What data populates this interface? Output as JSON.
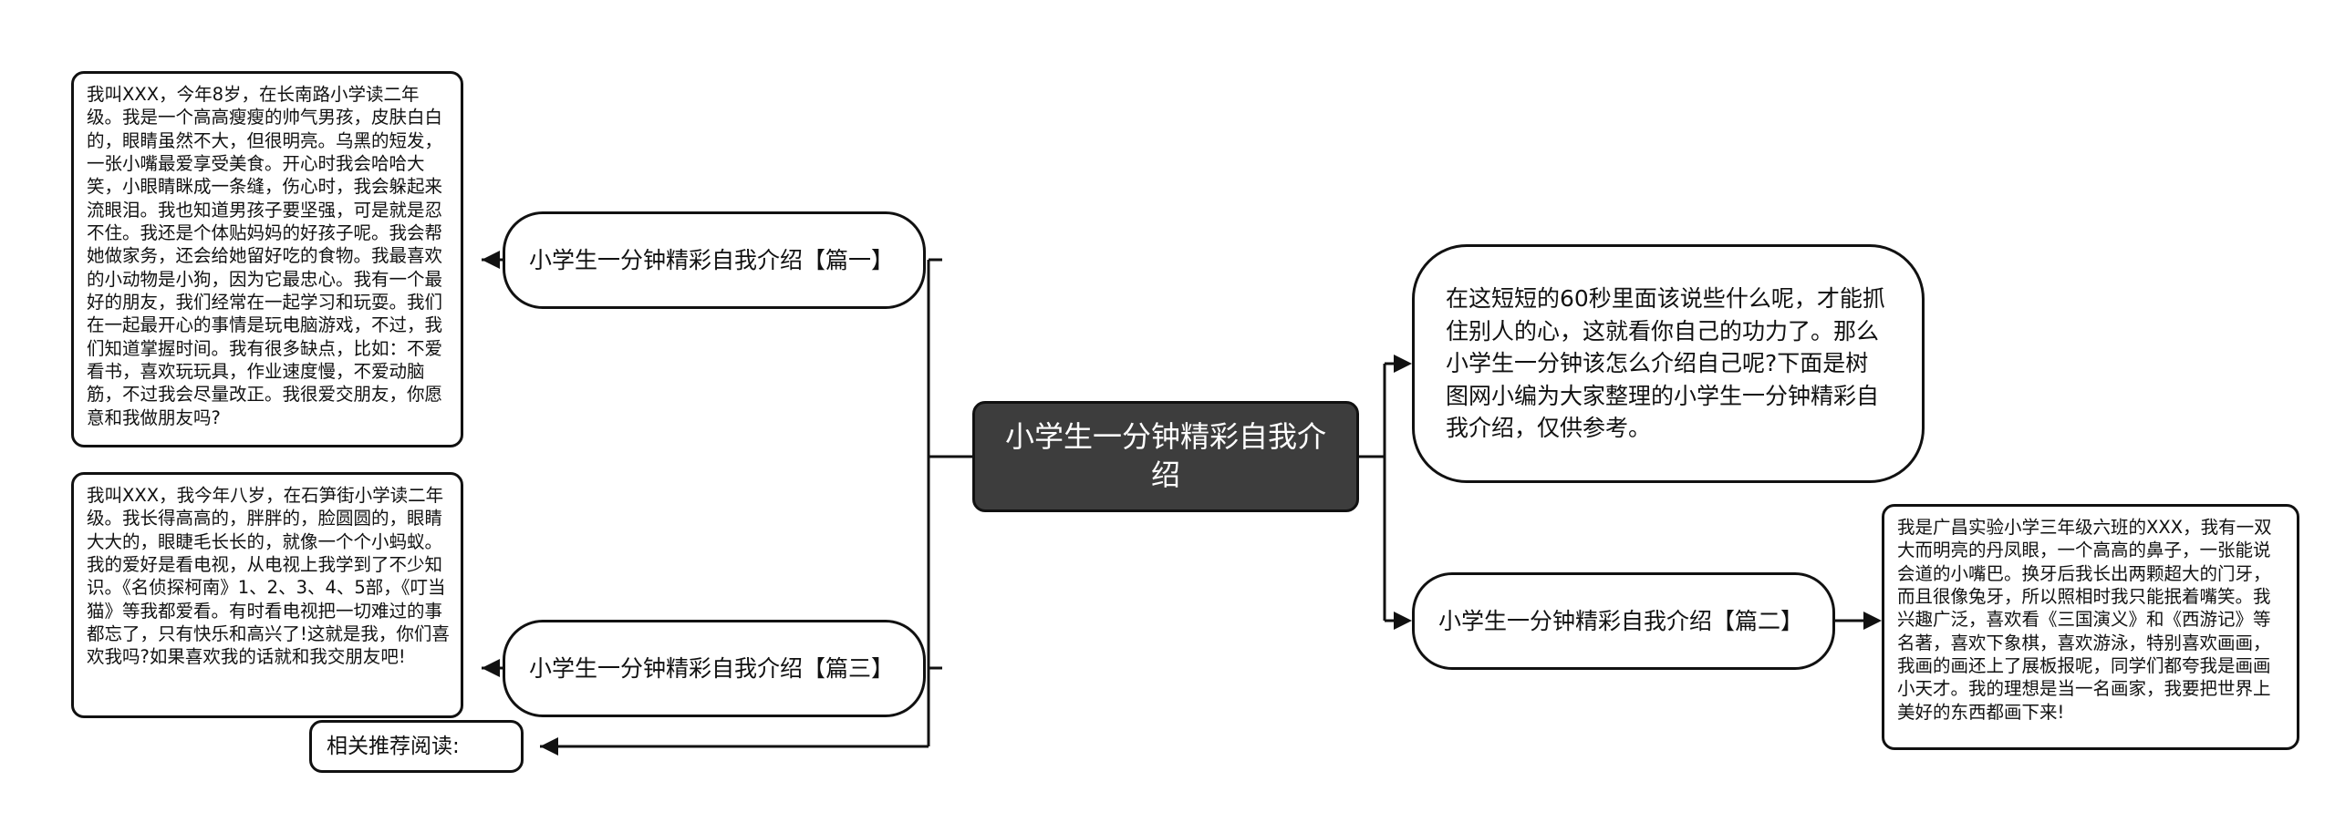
{
  "diagram": {
    "type": "mind-map",
    "root": {
      "label": "小学生一分钟精彩自我介绍",
      "fill": "#3d3d3d",
      "text_color": "#ffffff"
    },
    "stroke_color": "#111111",
    "node_fill": "#ffffff",
    "branches": {
      "lead": {
        "label": "在这短短的60秒里面该说些什么呢，才能抓住别人的心，这就看你自己的功力了。那么小学生一分钟该怎么介绍自己呢?下面是树图网小编为大家整理的小学生一分钟精彩自我介绍，仅供参考。"
      },
      "piece_one": {
        "label": "小学生一分钟精彩自我介绍【篇一】",
        "content": "我叫XXX，今年8岁，在长南路小学读二年级。我是一个高高瘦瘦的帅气男孩，皮肤白白的，眼睛虽然不大，但很明亮。乌黑的短发，一张小嘴最爱享受美食。开心时我会哈哈大笑，小眼睛眯成一条缝，伤心时，我会躲起来流眼泪。我也知道男孩子要坚强，可是就是忍不住。我还是个体贴妈妈的好孩子呢。我会帮她做家务，还会给她留好吃的食物。我最喜欢的小动物是小狗，因为它最忠心。我有一个最好的朋友，我们经常在一起学习和玩耍。我们在一起最开心的事情是玩电脑游戏，不过，我们知道掌握时间。我有很多缺点，比如：不爱看书，喜欢玩玩具，作业速度慢，不爱动脑筋，不过我会尽量改正。我很爱交朋友，你愿意和我做朋友吗?"
      },
      "piece_two": {
        "label": "小学生一分钟精彩自我介绍【篇二】",
        "content": "我是广昌实验小学三年级六班的XXX，我有一双大而明亮的丹凤眼，一个高高的鼻子，一张能说会道的小嘴巴。换牙后我长出两颗超大的门牙，而且很像兔牙，所以照相时我只能抿着嘴笑。我兴趣广泛，喜欢看《三国演义》和《西游记》等名著，喜欢下象棋，喜欢游泳，特别喜欢画画，我画的画还上了展板报呢，同学们都夸我是画画小天才。我的理想是当一名画家，我要把世界上美好的东西都画下来!"
      },
      "piece_three": {
        "label": "小学生一分钟精彩自我介绍【篇三】",
        "content": "我叫XXX，我今年八岁，在石笋街小学读二年级。我长得高高的，胖胖的，脸圆圆的，眼睛大大的，眼睫毛长长的，就像一个个小蚂蚁。我的爱好是看电视，从电视上我学到了不少知识。《名侦探柯南》1、2、3、4、5部，《叮当猫》等我都爱看。有时看电视把一切难过的事都忘了，只有快乐和高兴了!这就是我，你们喜欢我吗?如果喜欢我的话就和我交朋友吧!"
      },
      "related": {
        "label": "相关推荐阅读:"
      }
    }
  }
}
